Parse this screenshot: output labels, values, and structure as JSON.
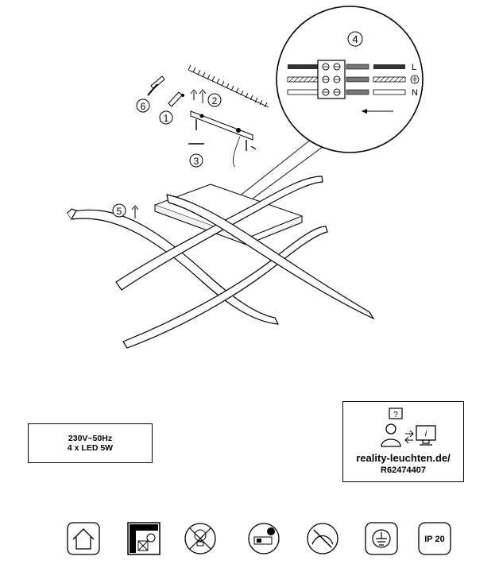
{
  "callouts": {
    "step1": "1",
    "step2": "2",
    "step3": "3",
    "step4": "4",
    "step5": "5",
    "step6": "6"
  },
  "wiring": {
    "live": "L",
    "neutral": "N"
  },
  "specs": {
    "line1": "230V~50Hz",
    "line2": "4 x LED 5W"
  },
  "support": {
    "url": "reality-leuchten.de/",
    "code": "R62474407"
  },
  "symbols": {
    "ip_rating": "IP 20",
    "icons": [
      "indoor-use-icon",
      "ceiling-mount-icon",
      "not-dimmable-icon",
      "led-driver-icon",
      "no-mesh-cover-icon",
      "protective-earth-icon",
      "ip20-icon"
    ]
  }
}
